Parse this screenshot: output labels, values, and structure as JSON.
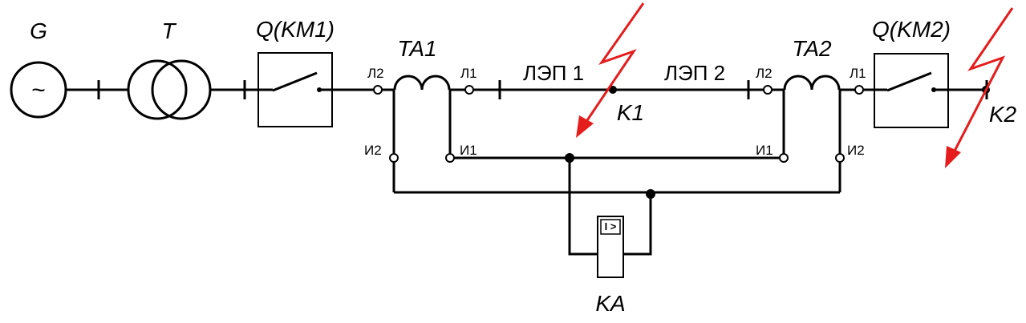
{
  "labels": {
    "generator": "G",
    "generator_symbol": "~",
    "transformer": "T",
    "breaker1": "Q(KM1)",
    "breaker2": "Q(KM2)",
    "ct1": "TA1",
    "ct2": "TA2",
    "line1": "ЛЭП 1",
    "line2": "ЛЭП 2",
    "fault1": "K1",
    "fault2": "K2",
    "relay": "KA",
    "relay_symbol": "I >",
    "ct1_l2": "Л2",
    "ct1_l1": "Л1",
    "ct1_i2": "И2",
    "ct1_i1": "И1",
    "ct2_l2": "Л2",
    "ct2_l1": "Л1",
    "ct2_i1": "И1",
    "ct2_i2": "И2"
  },
  "colors": {
    "wire": "#000000",
    "fault": "#e51c1c"
  }
}
